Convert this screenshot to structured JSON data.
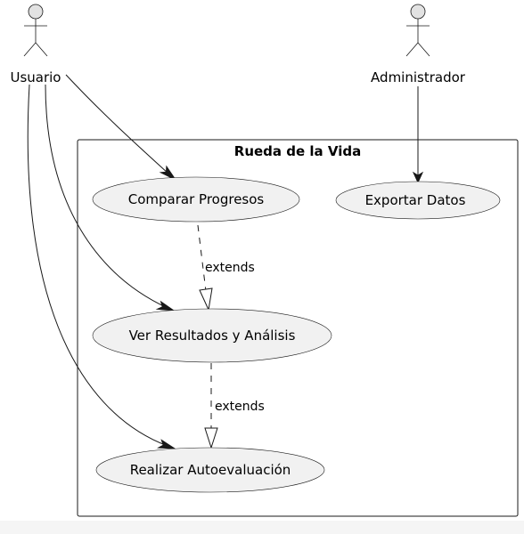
{
  "system": {
    "title": "Rueda de la Vida"
  },
  "actors": {
    "usuario": "Usuario",
    "administrador": "Administrador"
  },
  "use_cases": {
    "comparar": "Comparar Progresos",
    "exportar": "Exportar Datos",
    "ver": "Ver Resultados y Análisis",
    "realizar": "Realizar Autoevaluación"
  },
  "relations": {
    "extends_1": "extends",
    "extends_2": "extends"
  },
  "colors": {
    "actor_fill": "#e2e2e2",
    "usecase_fill": "#f1f1f1",
    "line": "#181818"
  }
}
